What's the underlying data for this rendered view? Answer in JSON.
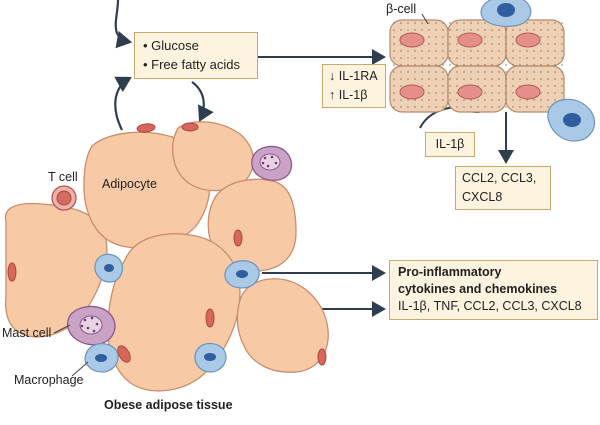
{
  "nutrients_box": {
    "line1": "• Glucose",
    "line2": "• Free fatty acids"
  },
  "beta_cell_label": "β-cell",
  "islet_signal_box": {
    "line1": "↓ IL-1RA",
    "line2": "↑ IL-1β"
  },
  "il1b_box": "IL-1β",
  "chemokines_box": {
    "line1": "CCL2, CCL3,",
    "line2": "CXCL8"
  },
  "tcell_label": "T cell",
  "adipocyte_label": "Adipocyte",
  "mastcell_label": "Mast cell",
  "macrophage_label": "Macrophage",
  "tissue_label": "Obese adipose tissue",
  "cytokine_box": {
    "title1": "Pro-inflammatory",
    "title2": "cytokines and chemokines",
    "list": "IL-1β, TNF, CCL2, CCL3, CXCL8"
  },
  "colors": {
    "adipocyte_fill": "#f7c9a4",
    "adipocyte_stroke": "#c98d6b",
    "nucleus": "#d9665a",
    "beta_cell_fill": "#eed0b4",
    "macrophage": "#8ab6dd",
    "mast_cell": "#b58ab4",
    "t_cell": "#d36b63",
    "box_fill": "#fdf3df",
    "arrow": "#2f3e4e"
  }
}
